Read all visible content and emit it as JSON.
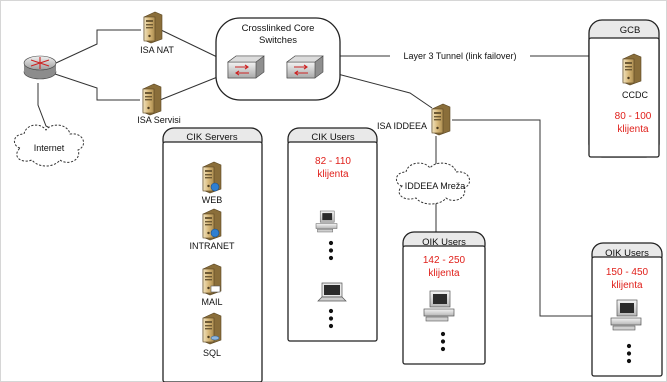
{
  "core": {
    "title_line1": "Crosslinked Core",
    "title_line2": "Switches"
  },
  "tunnel_label": "Layer 3 Tunnel (link failover)",
  "isa_nat": "ISA NAT",
  "isa_servisi": "ISA Servisi",
  "internet": "Internet",
  "isa_iddeea": "ISA IDDEEA",
  "iddeea_network": "IDDEEA Mreža",
  "gcb": {
    "title": "GCB",
    "server": "CCDC",
    "count": "80 - 100",
    "unit": "klijenta"
  },
  "cik_servers": {
    "title": "CIK Servers",
    "servers": [
      "WEB",
      "INTRANET",
      "MAIL",
      "SQL"
    ]
  },
  "cik_users": {
    "title": "CIK Users",
    "count": "82 - 110",
    "unit": "klijenta"
  },
  "oik_users_1": {
    "title": "OIK Users",
    "count": "142 - 250",
    "unit": "klijenta"
  },
  "oik_users_2": {
    "title": "OIK Users",
    "count": "150 - 450",
    "unit": "klijenta"
  },
  "colors": {
    "accent_red": "#e0201b",
    "router_red": "#cc2222",
    "server_tan": "#d9b97a"
  },
  "icons": [
    "router-icon",
    "server-icon",
    "switch-icon",
    "desktop-computer-icon",
    "laptop-icon",
    "cloud-icon",
    "globe-icon"
  ]
}
